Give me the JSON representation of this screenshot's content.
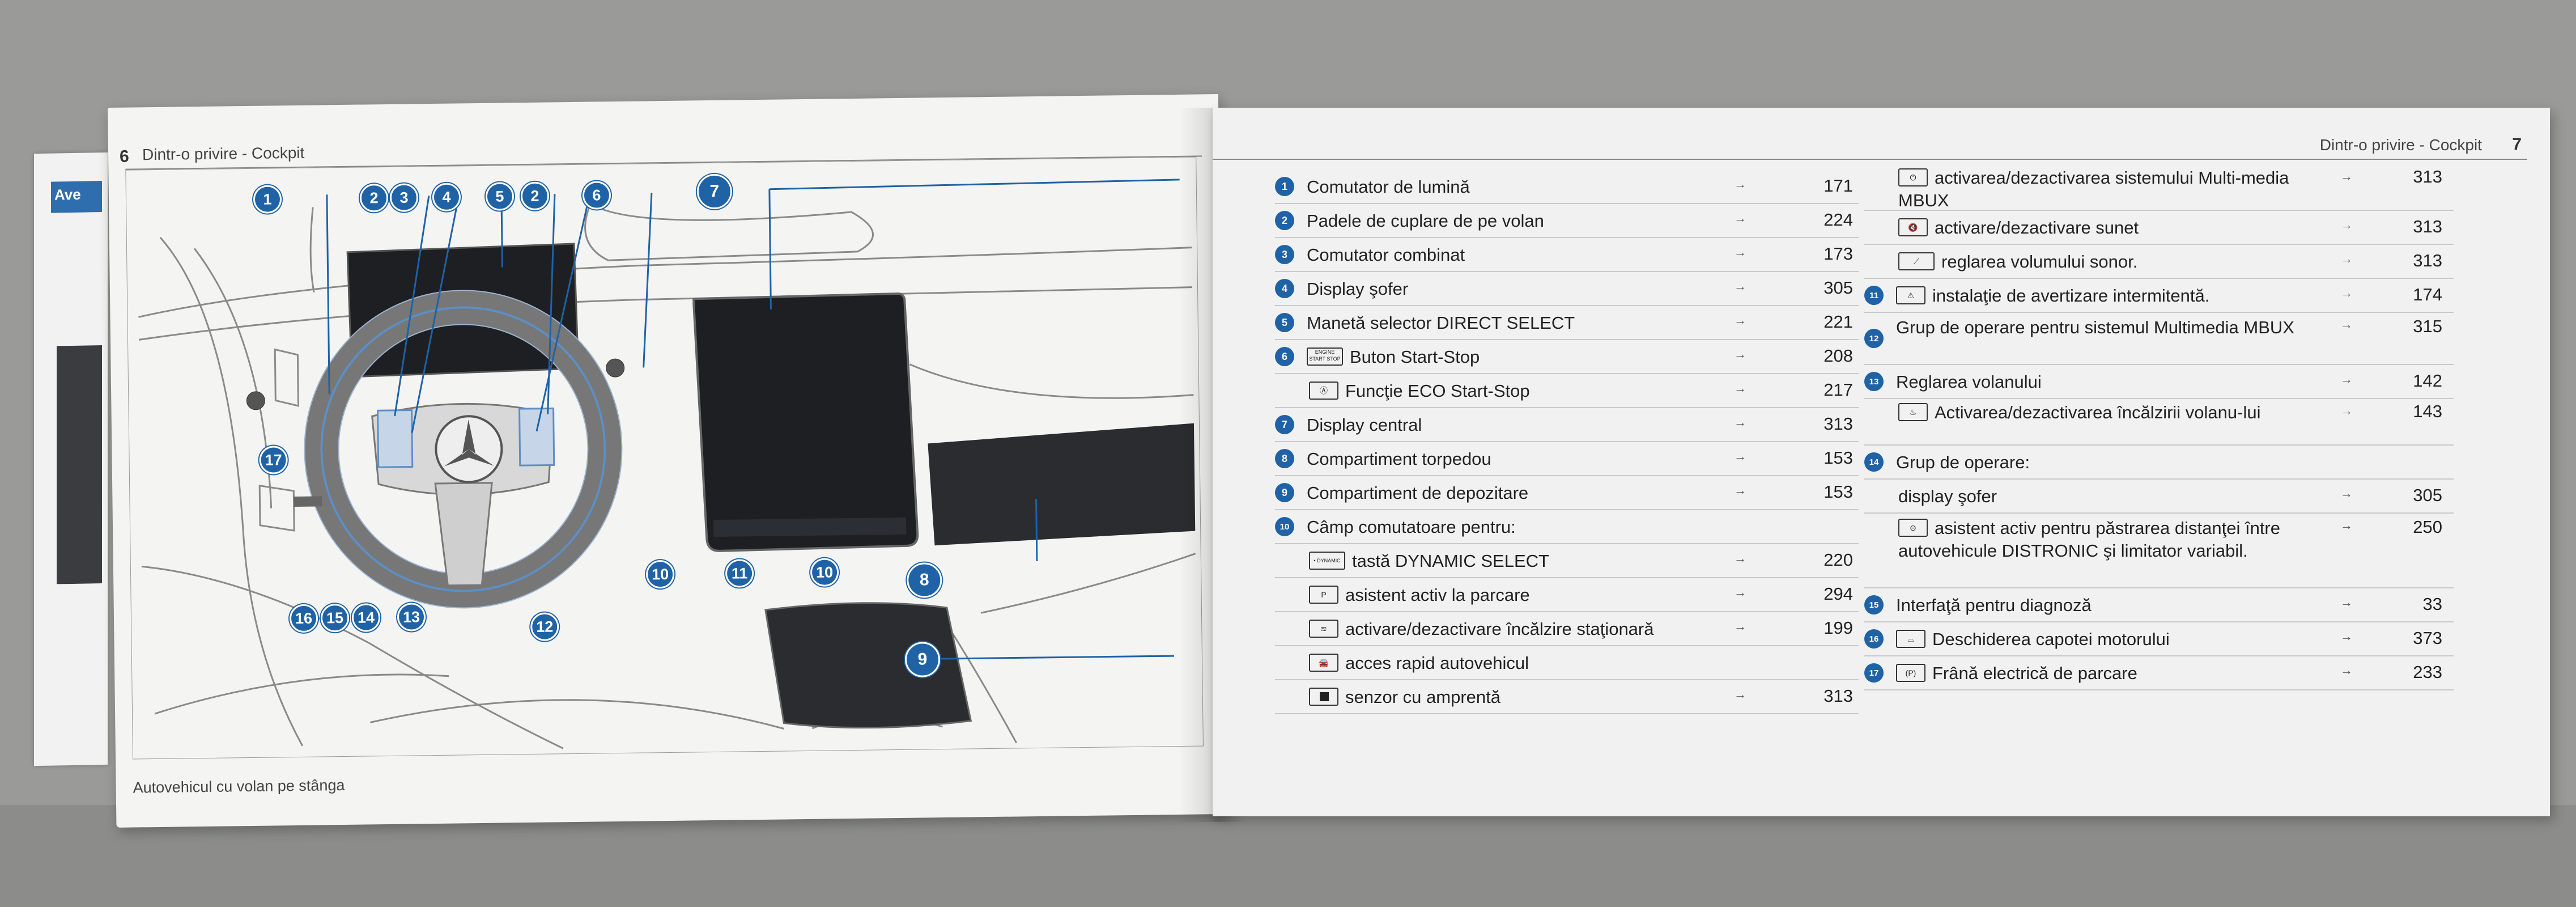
{
  "left_page": {
    "page_number": "6",
    "header_title": "Dintr-o privire - Cockpit",
    "caption": "Autovehicul cu volan pe stânga",
    "callouts": [
      {
        "id": "c1",
        "label": "1"
      },
      {
        "id": "c2a",
        "label": "2"
      },
      {
        "id": "c3",
        "label": "3"
      },
      {
        "id": "c4",
        "label": "4"
      },
      {
        "id": "c5",
        "label": "5"
      },
      {
        "id": "c2b",
        "label": "2"
      },
      {
        "id": "c6",
        "label": "6"
      },
      {
        "id": "c7",
        "label": "7"
      },
      {
        "id": "c17",
        "label": "17"
      },
      {
        "id": "c16",
        "label": "16"
      },
      {
        "id": "c15",
        "label": "15"
      },
      {
        "id": "c14",
        "label": "14"
      },
      {
        "id": "c13",
        "label": "13"
      },
      {
        "id": "c12",
        "label": "12"
      },
      {
        "id": "c10a",
        "label": "10"
      },
      {
        "id": "c11",
        "label": "11"
      },
      {
        "id": "c10b",
        "label": "10"
      },
      {
        "id": "c8",
        "label": "8"
      },
      {
        "id": "c9",
        "label": "9"
      }
    ]
  },
  "under_page": {
    "tab_text": "Ave"
  },
  "right_page": {
    "page_number": "7",
    "header_title": "Dintr-o privire - Cockpit",
    "arrow_glyph": "→",
    "col_a": [
      {
        "num": "1",
        "label": "Comutator de lumină",
        "page": "171"
      },
      {
        "num": "2",
        "label": "Padele de cuplare de pe volan",
        "page": "224"
      },
      {
        "num": "3",
        "label": "Comutator combinat",
        "page": "173"
      },
      {
        "num": "4",
        "label": "Display şofer",
        "page": "305"
      },
      {
        "num": "5",
        "label": "Manetă selector DIRECT SELECT",
        "page": "221"
      },
      {
        "num": "6",
        "label": "Buton Start-Stop",
        "page": "208",
        "icon": "engine-start-stop-icon",
        "icon_text": "ENGINE START STOP"
      },
      {
        "num": "",
        "label": "Funcţie ECO Start-Stop",
        "page": "217",
        "icon": "eco-start-stop-icon",
        "icon_text": "Ⓐ"
      },
      {
        "num": "7",
        "label": "Display central",
        "page": "313"
      },
      {
        "num": "8",
        "label": "Compartiment torpedou",
        "page": "153"
      },
      {
        "num": "9",
        "label": "Compartiment de depozitare",
        "page": "153"
      },
      {
        "num": "10",
        "label": "Câmp comutatoare pentru:",
        "page": ""
      },
      {
        "num": "",
        "label": "tastă DYNAMIC SELECT",
        "page": "220",
        "icon": "dynamic-select-icon",
        "icon_text": "• DYNAMIC"
      },
      {
        "num": "",
        "label": "asistent activ la parcare",
        "page": "294",
        "icon": "park-assist-icon",
        "icon_text": "P"
      },
      {
        "num": "",
        "label": "activare/dezactivare încălzire staţionară",
        "page": "199",
        "icon": "stationary-heater-icon",
        "icon_text": "≋"
      },
      {
        "num": "",
        "label": "acces rapid autovehicul",
        "page": "",
        "icon": "car-icon",
        "icon_text": "🚘"
      },
      {
        "num": "",
        "label": "senzor cu amprentă",
        "page": "313",
        "icon": "fingerprint-sensor-icon",
        "icon_text": ""
      }
    ],
    "col_b": [
      {
        "num": "",
        "label": "activarea/dezactivarea sistemului Multi-media MBUX",
        "page": "313",
        "icon": "power-icon",
        "icon_text": "⏻"
      },
      {
        "num": "",
        "label": "activare/dezactivare sunet",
        "page": "313",
        "icon": "mute-icon",
        "icon_text": "🔇"
      },
      {
        "num": "",
        "label": "reglarea volumului sonor.",
        "page": "313",
        "icon": "volume-slider-icon",
        "icon_text": "⟋"
      },
      {
        "num": "11",
        "label": "instalaţie de avertizare intermitentă.",
        "page": "174",
        "icon": "hazard-icon",
        "icon_text": "⚠"
      },
      {
        "num": "12",
        "label": "Grup de operare pentru sistemul Multimedia MBUX",
        "page": "315"
      },
      {
        "num": "13",
        "label": "Reglarea volanului",
        "page": "142"
      },
      {
        "num": "",
        "label": "Activarea/dezactivarea încălzirii volanu-lui",
        "page": "143",
        "icon": "heated-wheel-icon",
        "icon_text": "♨"
      },
      {
        "num": "14",
        "label": "Grup de operare:",
        "page": ""
      },
      {
        "num": "",
        "label": "display şofer",
        "page": "305"
      },
      {
        "num": "",
        "label": "asistent activ pentru păstrarea distanţei între autovehicule DISTRONIC şi limitator variabil.",
        "page": "250",
        "icon": "distronic-icon",
        "icon_text": "⊙"
      },
      {
        "num": "15",
        "label": "Interfaţă pentru diagnoză",
        "page": "33"
      },
      {
        "num": "16",
        "label": "Deschiderea capotei motorului",
        "page": "373",
        "icon": "hood-release-icon",
        "icon_text": "⌓"
      },
      {
        "num": "17",
        "label": "Frână electrică de parcare",
        "page": "233",
        "icon": "parking-brake-icon",
        "icon_text": "(P)"
      }
    ]
  }
}
